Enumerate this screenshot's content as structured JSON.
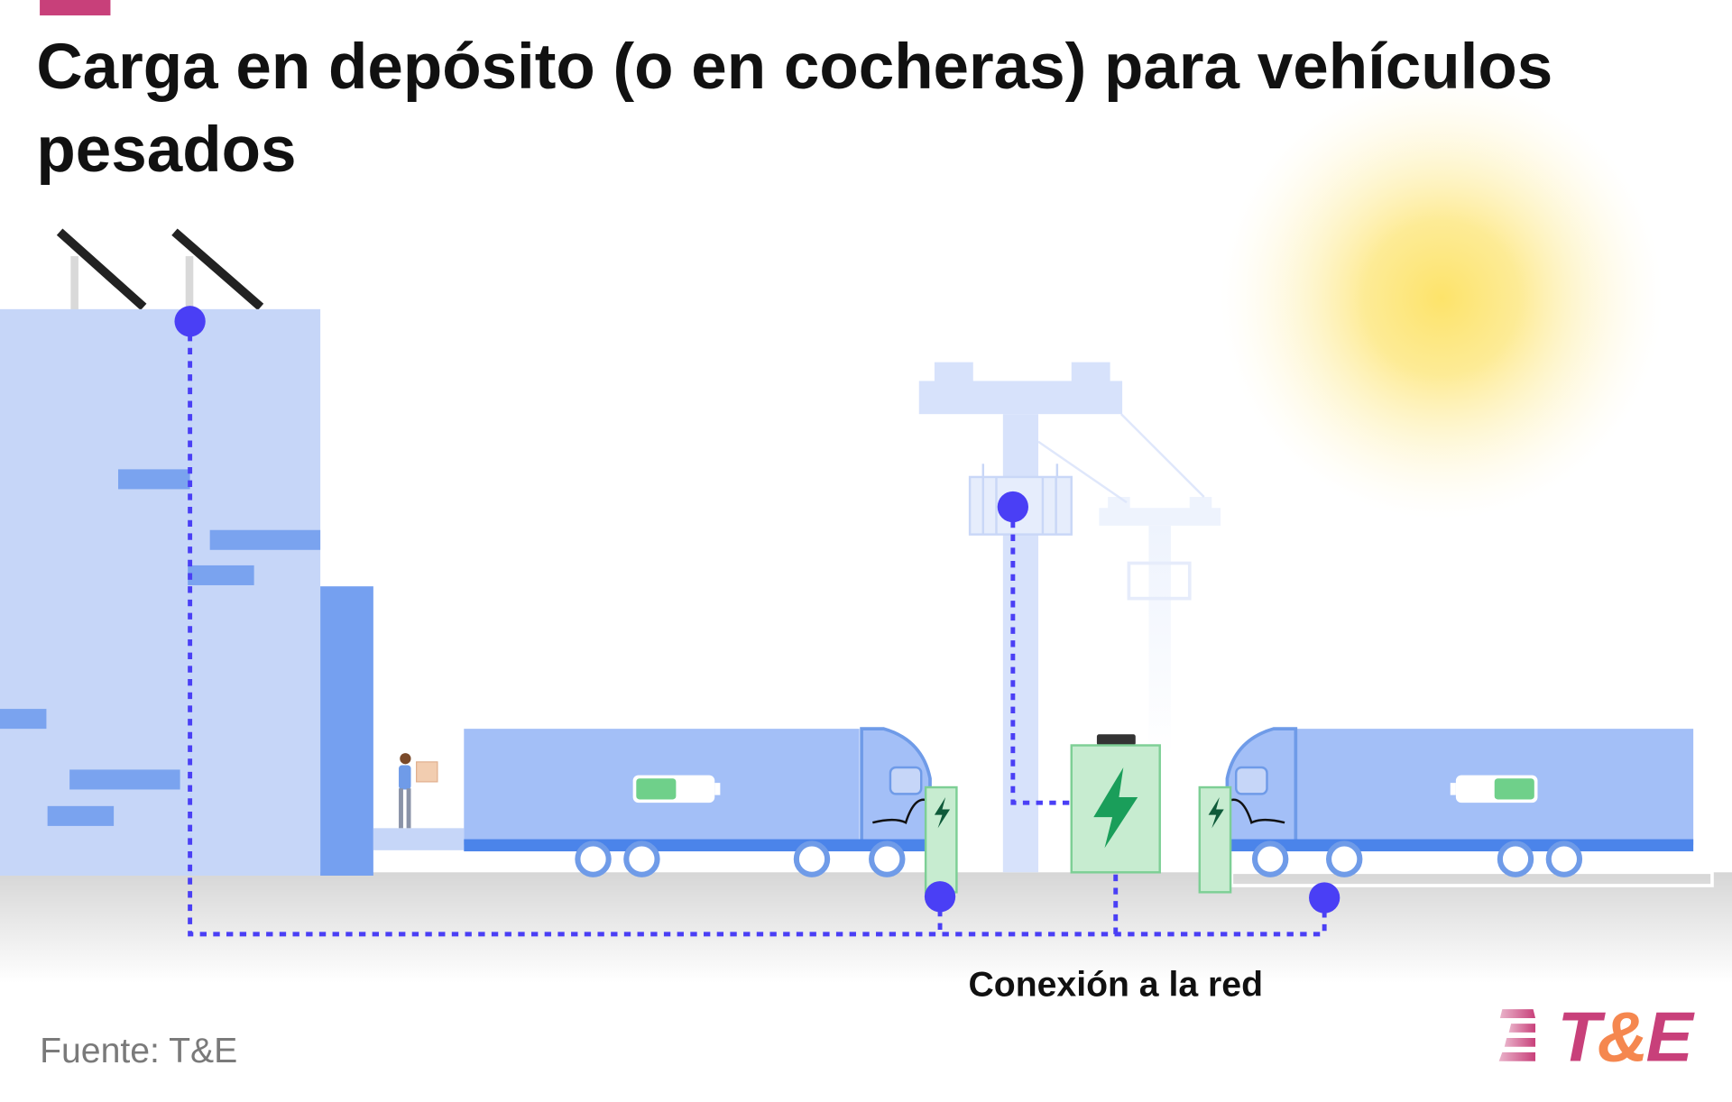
{
  "header": {
    "title_line1": "Carga en depósito (o en cocheras) para vehículos",
    "title_line2": "pesados"
  },
  "diagram": {
    "grid_connection_label": "Conexión a la red"
  },
  "footer": {
    "source": "Fuente: T&E",
    "logo": {
      "t": "T",
      "amp": "&",
      "e": "E"
    }
  },
  "colors": {
    "accent": "#c8407a",
    "connection": "#4a3ff5",
    "building": "#c6d6f8",
    "truck": "#a3bff7",
    "charger": "#c7ecd0",
    "bolt": "#1a9e5a",
    "logo_orange": "#f5874f"
  }
}
